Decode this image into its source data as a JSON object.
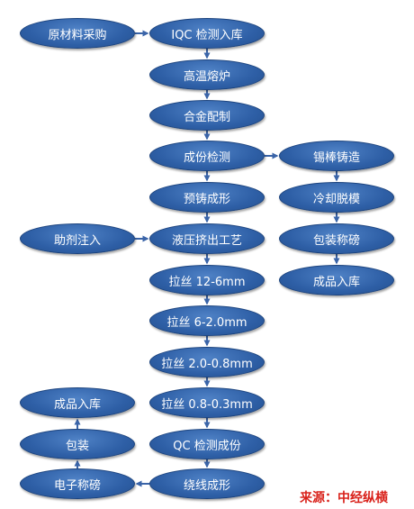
{
  "nodes": {
    "raw_purchase": "原材料采购",
    "iqc_inspect": "IQC 检测入库",
    "high_temp_furnace": "高温熔炉",
    "alloy_mixing": "合金配制",
    "composition_check": "成份检测",
    "pre_cast_forming": "预铸成形",
    "hydraulic_extrusion": "液压挤出工艺",
    "flux_injection": "助剂注入",
    "draw_12_6": "拉丝 12-6mm",
    "draw_6_2": "拉丝 6-2.0mm",
    "draw_2_08": "拉丝 2.0-0.8mm",
    "draw_08_03": "拉丝 0.8-0.3mm",
    "qc_inspect_form": "QC 检测成份",
    "winding_form": "绕线成形",
    "tin_rod_casting": "锡棒铸造",
    "cold_demold": "冷却脱模",
    "pack_weigh_right": "包装称磅",
    "stock_in_right": "成品入库",
    "stock_in_left": "成品入库",
    "packing_left": "包装",
    "e_scale_left": "电子称磅"
  },
  "colors": {
    "node_fill": "#2e5fa6",
    "arrow": "#3a64a8",
    "source_text": "#d9221b"
  },
  "source": "来源：中经纵横"
}
